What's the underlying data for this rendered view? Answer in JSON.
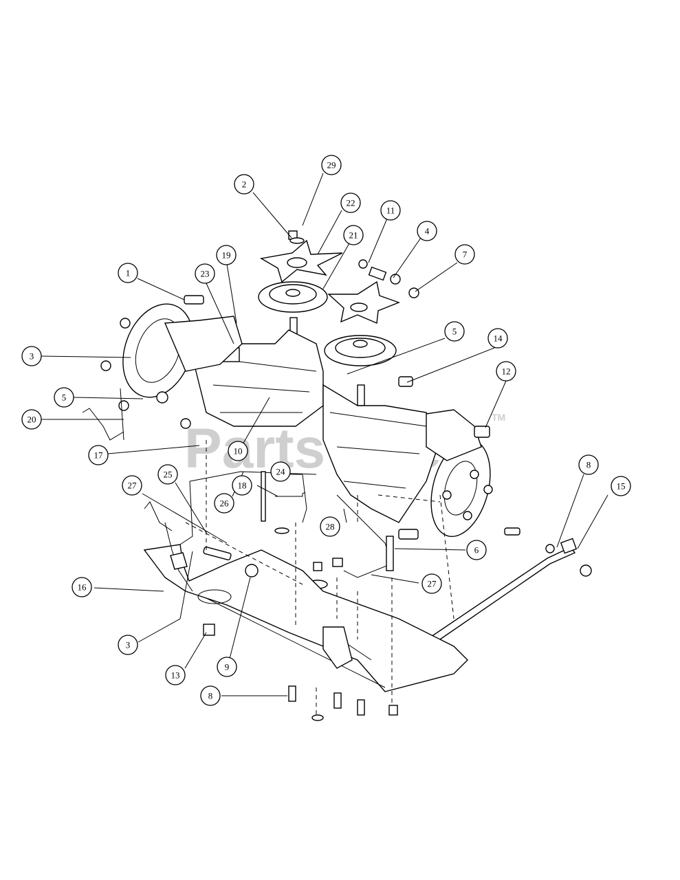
{
  "watermark": {
    "text": "PartsTree",
    "tm": "TM",
    "color": "#cfcfcf"
  },
  "callouts": [
    {
      "id": "29",
      "label": "29"
    },
    {
      "id": "2",
      "label": "2"
    },
    {
      "id": "22",
      "label": "22"
    },
    {
      "id": "11",
      "label": "11"
    },
    {
      "id": "4",
      "label": "4"
    },
    {
      "id": "7",
      "label": "7"
    },
    {
      "id": "21",
      "label": "21"
    },
    {
      "id": "19",
      "label": "19"
    },
    {
      "id": "1",
      "label": "1"
    },
    {
      "id": "23",
      "label": "23"
    },
    {
      "id": "3a",
      "label": "3"
    },
    {
      "id": "5a",
      "label": "5"
    },
    {
      "id": "14",
      "label": "14"
    },
    {
      "id": "12",
      "label": "12"
    },
    {
      "id": "5b",
      "label": "5"
    },
    {
      "id": "20",
      "label": "20"
    },
    {
      "id": "17",
      "label": "17"
    },
    {
      "id": "10",
      "label": "10"
    },
    {
      "id": "24",
      "label": "24"
    },
    {
      "id": "25",
      "label": "25"
    },
    {
      "id": "27a",
      "label": "27"
    },
    {
      "id": "26",
      "label": "26"
    },
    {
      "id": "18",
      "label": "18"
    },
    {
      "id": "8a",
      "label": "8"
    },
    {
      "id": "15",
      "label": "15"
    },
    {
      "id": "28",
      "label": "28"
    },
    {
      "id": "6",
      "label": "6"
    },
    {
      "id": "16",
      "label": "16"
    },
    {
      "id": "27b",
      "label": "27"
    },
    {
      "id": "3b",
      "label": "3"
    },
    {
      "id": "13",
      "label": "13"
    },
    {
      "id": "9",
      "label": "9"
    },
    {
      "id": "8b",
      "label": "8"
    }
  ]
}
